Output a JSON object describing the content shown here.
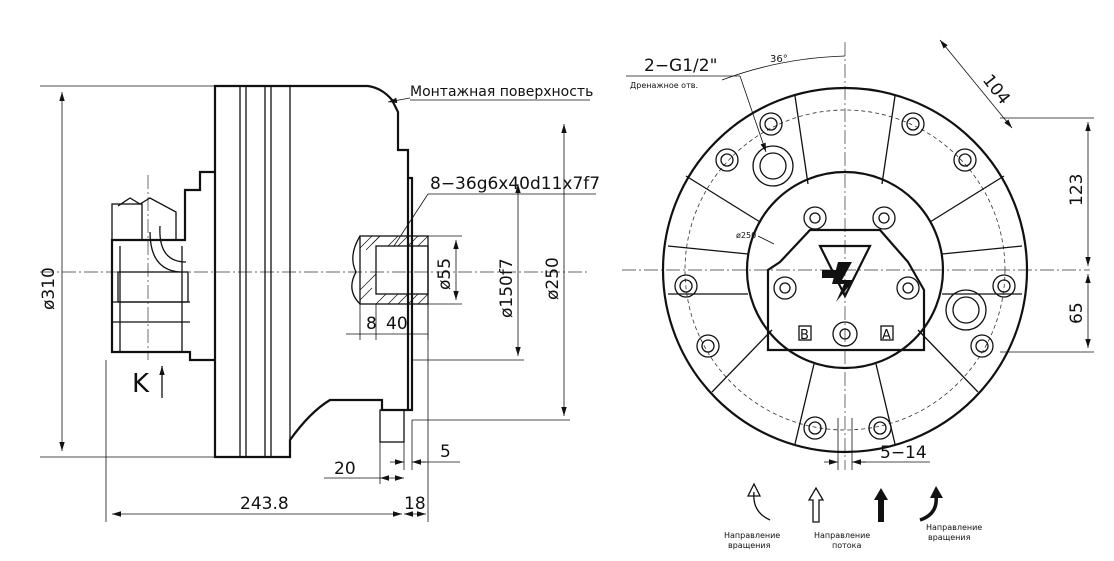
{
  "labels": {
    "mounting_surface": "Монтажная поверхность",
    "spline": "8−36g6x40d11x7f7",
    "drain_thread": "2−G1/2\"",
    "drain_hole": "Дренажное отв.",
    "view_k": "K",
    "port_a": "A",
    "port_b": "B"
  },
  "dimensions": {
    "overall_dia": "ø310",
    "shaft_dia": "ø55",
    "pilot_dia": "ø150f7",
    "bolt_circle_dia": "ø250",
    "spline_8": "8",
    "spline_40": "40",
    "dim_5": "5",
    "dim_20": "20",
    "length": "243.8",
    "flange": "18",
    "angle": "36°",
    "dim_104": "104",
    "dim_123": "123",
    "dim_65": "65",
    "dim_5_14": "5−14",
    "pcd_small": "ø250"
  },
  "legend": [
    {
      "icon": "rotation-ccw-icon",
      "line1": "Направление",
      "line2": "вращения"
    },
    {
      "icon": "flow-outline-arrow-icon",
      "line1": "Направление",
      "line2": "потока"
    },
    {
      "icon": "flow-solid-arrow-icon",
      "line1": "",
      "line2": ""
    },
    {
      "icon": "rotation-cw-icon",
      "line1": "Направление",
      "line2": "вращения"
    }
  ]
}
